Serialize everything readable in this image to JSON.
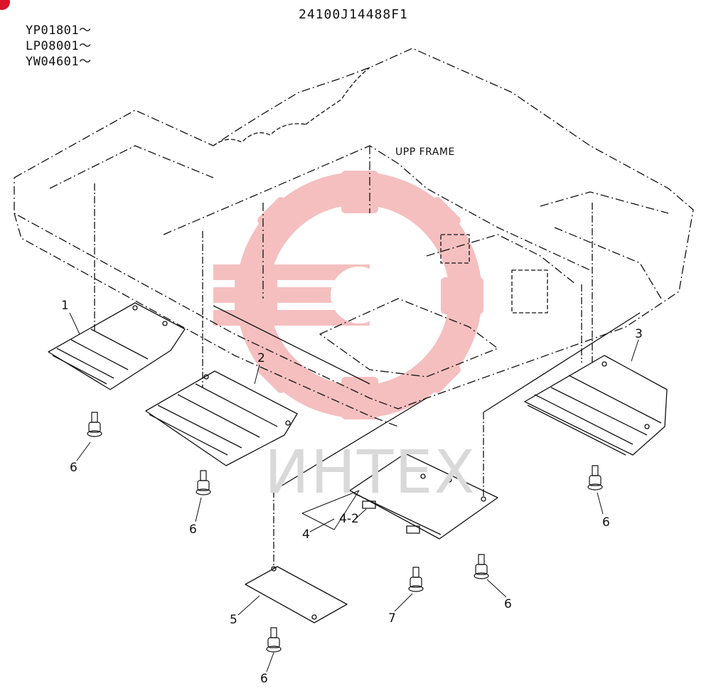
{
  "serials": [
    "YP01801〜",
    "LP08001〜",
    "YW04601〜"
  ],
  "part_number": "24100J14488F1",
  "frame_label": "UPP FRAME",
  "callouts": [
    "1",
    "2",
    "3",
    "4",
    "4-2",
    "5",
    "6",
    "6",
    "6",
    "6",
    "6",
    "7"
  ],
  "watermark_text": "ИНТЕХ",
  "colors": {
    "line": "#111111",
    "watermark_red": "#f4b4b4",
    "watermark_grey": "#d9d9d9",
    "corner_mark": "#d8132a"
  }
}
